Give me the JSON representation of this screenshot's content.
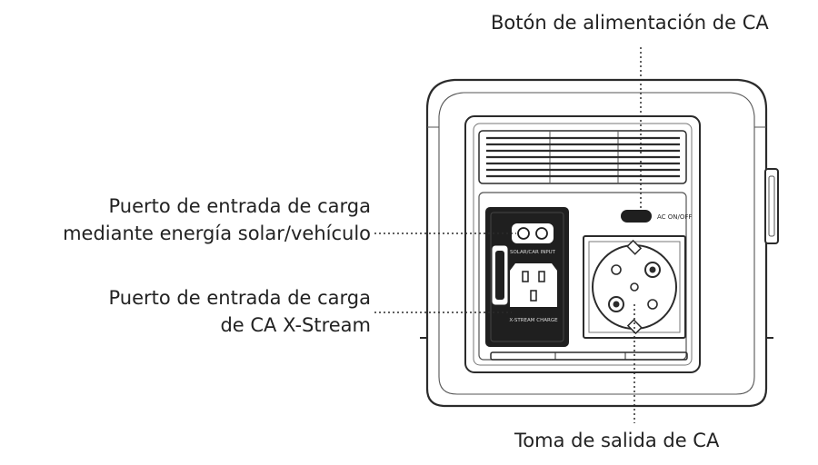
{
  "labels": {
    "ac_power_button": "Botón de alimentación de CA",
    "solar_vehicle_port_line1": "Puerto de entrada de carga",
    "solar_vehicle_port_line2": "mediante energía solar/vehículo",
    "xstream_port_line1": "Puerto de entrada de carga",
    "xstream_port_line2": "de CA X-Stream",
    "ac_outlet": "Toma de salida de CA"
  },
  "device_markings": {
    "ac_switch": "AC ON/OFF",
    "solar_input": "SOLAR/CAR INPUT",
    "xstream_input": "X-STREAM CHARGE"
  },
  "colors": {
    "line": "#2b2b2b",
    "panel": "#1f1f1f",
    "text": "#222222"
  }
}
